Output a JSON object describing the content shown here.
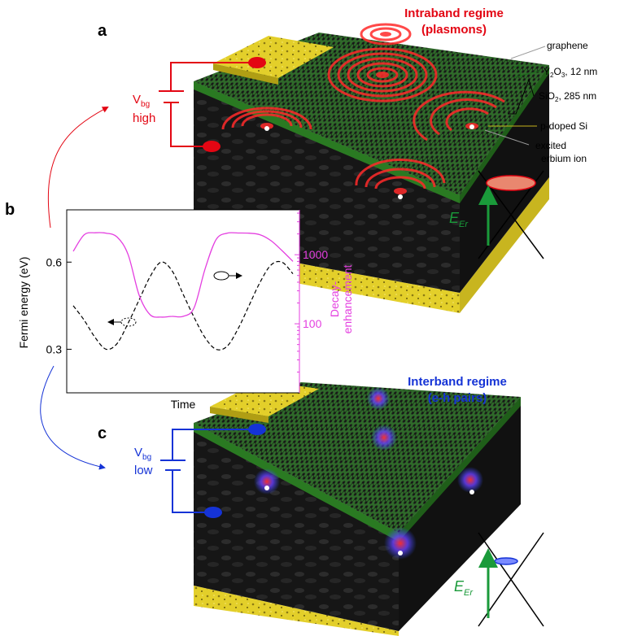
{
  "panels": {
    "a": "a",
    "b": "b",
    "c": "c"
  },
  "colors": {
    "red": "#e30613",
    "blue": "#1533d6",
    "green": "#1a9a3a",
    "magenta": "#e43fe0",
    "graphene_green": "#2c6a26",
    "gold": "#e8d42c",
    "dark": "#1f1f1f"
  },
  "top": {
    "regime_title": "Intraband regime",
    "regime_subtitle": "(plasmons)",
    "vbg_label": "V",
    "vbg_sub": "bg",
    "vbg_level": "high",
    "energy_label": "E",
    "energy_sub": "Er"
  },
  "bottom": {
    "regime_title": "Interband regime",
    "regime_subtitle": "(e-h pairs)",
    "vbg_label": "V",
    "vbg_sub": "bg",
    "vbg_level": "low",
    "energy_label": "E",
    "energy_sub": "Er"
  },
  "layers": {
    "graphene": "graphene",
    "y2o3_main": "Y",
    "y2o3_sub1": "2",
    "y2o3_mid": "O",
    "y2o3_sub2": "3",
    "y2o3_tail": ", 12 nm",
    "sio2_main": "SiO",
    "sio2_sub": "2",
    "sio2_tail": ", 285 nm",
    "si": "p-doped Si",
    "ion_line1": "excited",
    "ion_line2": "erbium ion"
  },
  "chart": {
    "ylabel_left": "Fermi energy (eV)",
    "ylabel_right_line1": "Decay-",
    "ylabel_right_line2": "enhancement",
    "xlabel": "Time",
    "left_ticks": [
      "0.6",
      "0.3"
    ],
    "right_ticks": [
      "1000",
      "100"
    ]
  },
  "chart_data": {
    "type": "line",
    "xlabel": "Time",
    "ylabel": "Fermi energy (eV)",
    "ylabel_right": "Decay-enhancement",
    "ylim": [
      0.15,
      0.78
    ],
    "y2lim_log10": [
      1.0,
      3.65
    ],
    "yticks": [
      0.3,
      0.6
    ],
    "y2ticks": [
      100,
      1000
    ],
    "y2scale": "log",
    "x": [
      0.0,
      0.05,
      0.1,
      0.15,
      0.2,
      0.25,
      0.3,
      0.35,
      0.4,
      0.45,
      0.5,
      0.55,
      0.6,
      0.65,
      0.7,
      0.75,
      0.8,
      0.85,
      0.9,
      0.95,
      1.0
    ],
    "series": [
      {
        "axis": "left",
        "style": "dashed",
        "color": "#000000",
        "values": [
          0.45,
          0.4,
          0.34,
          0.3,
          0.32,
          0.39,
          0.47,
          0.55,
          0.6,
          0.57,
          0.49,
          0.41,
          0.34,
          0.3,
          0.31,
          0.37,
          0.45,
          0.53,
          0.59,
          0.6,
          0.56
        ]
      },
      {
        "axis": "right",
        "style": "solid",
        "color": "#e43fe0",
        "values": [
          1120,
          1950,
          2080,
          2050,
          1800,
          1000,
          260,
          135,
          125,
          128,
          128,
          170,
          620,
          1650,
          2050,
          2060,
          2050,
          1950,
          1600,
          1150,
          800
        ]
      }
    ]
  }
}
